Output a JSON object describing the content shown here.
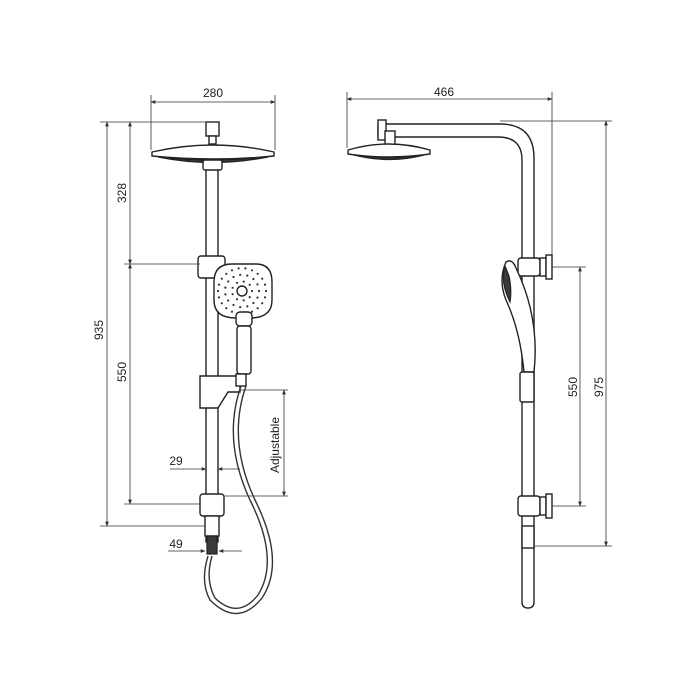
{
  "dimensions": {
    "front_width": "280",
    "side_width": "466",
    "top_height": "328",
    "total_height": "935",
    "rail_height": "550",
    "adjustable": "Adjustable",
    "rail_diameter": "29",
    "bottom_width": "49",
    "side_rail_height": "550",
    "side_total_height": "975"
  },
  "colors": {
    "line": "#222222",
    "dark": "#3a3a3a"
  }
}
